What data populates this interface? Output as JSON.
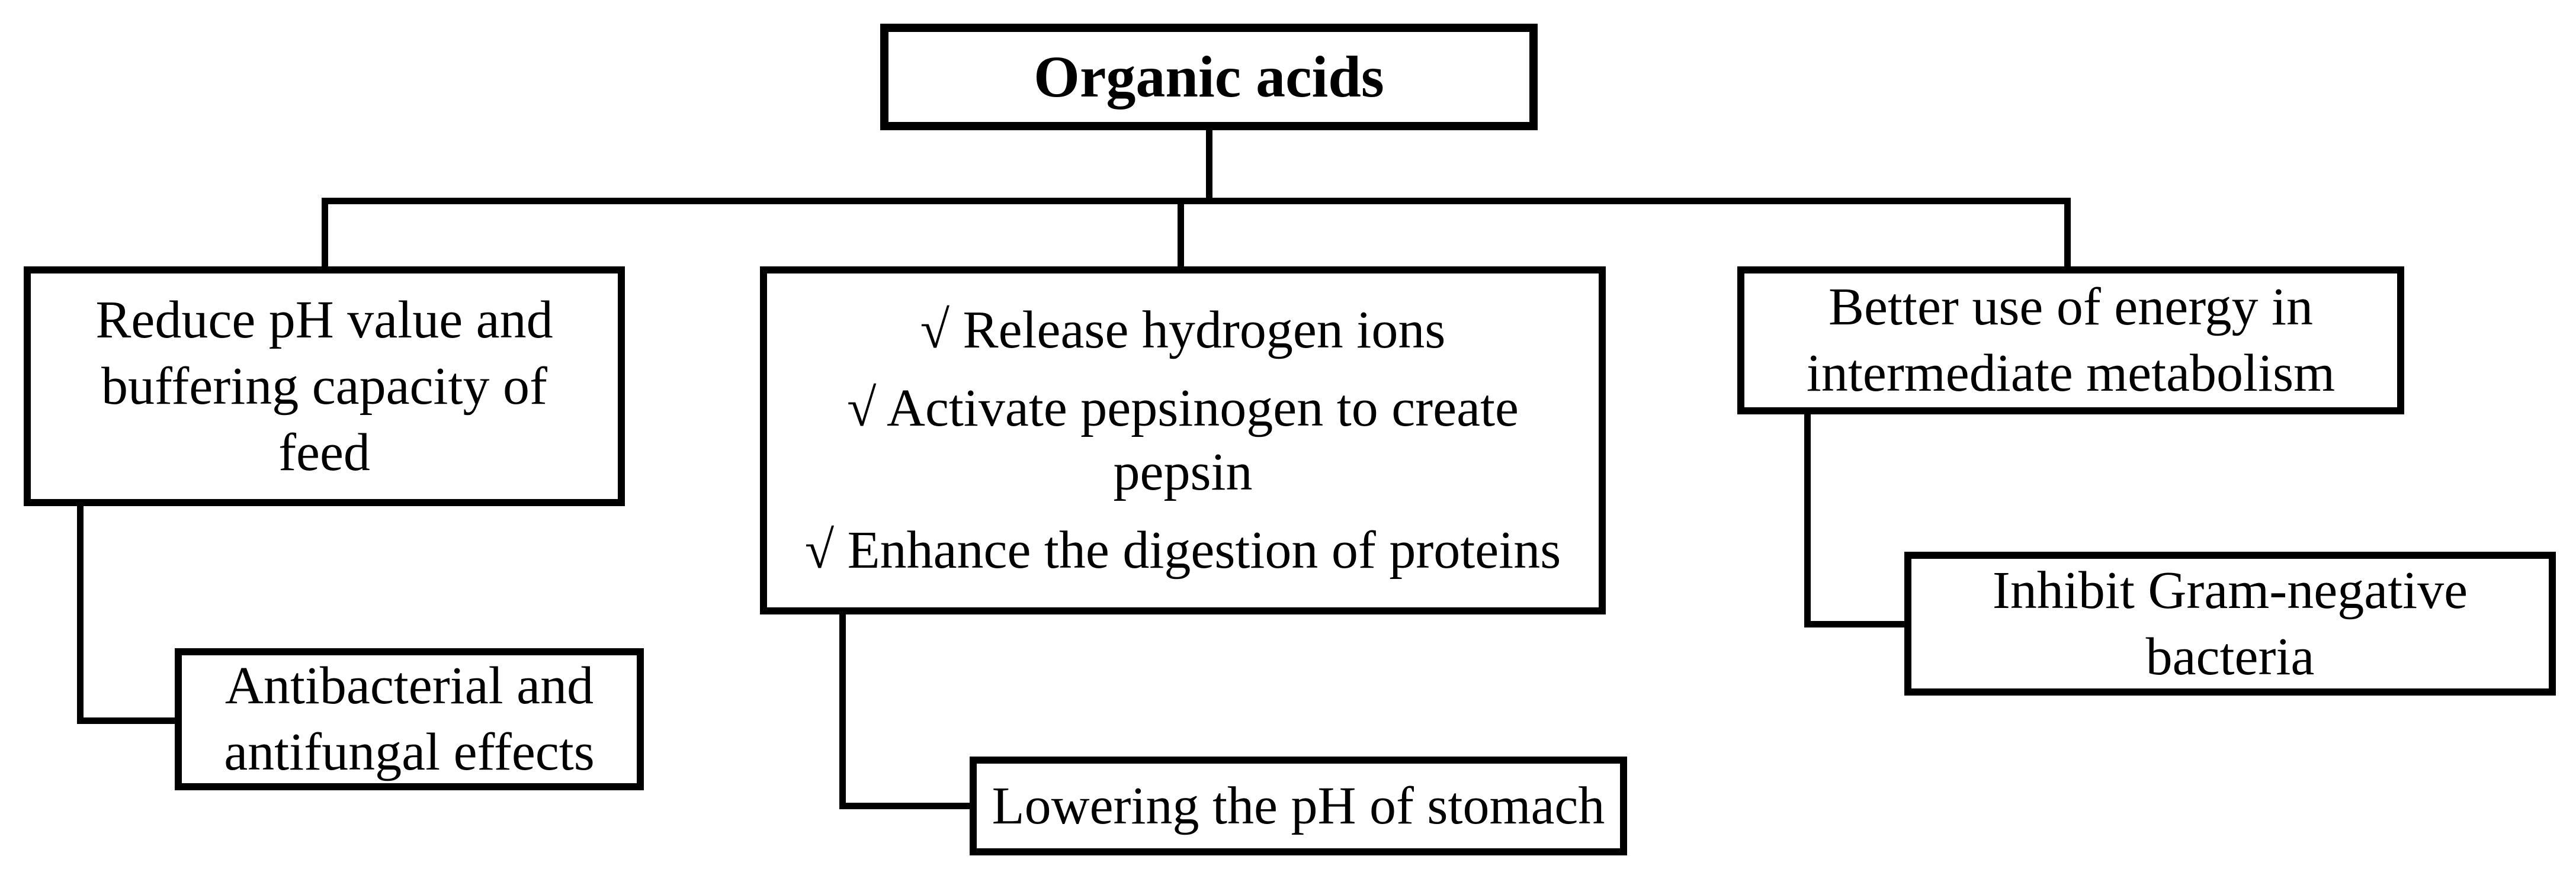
{
  "diagram": {
    "root": {
      "label": "Organic acids"
    },
    "branch_left": {
      "box_lines": [
        "Reduce pH value and",
        "buffering capacity of",
        "feed"
      ],
      "child_lines": [
        "Antibacterial and",
        "antifungal effects"
      ]
    },
    "branch_middle": {
      "items": [
        [
          "√ Release hydrogen ions"
        ],
        [
          "√ Activate pepsinogen to create",
          "pepsin"
        ],
        [
          "√ Enhance the digestion of proteins"
        ]
      ],
      "child_lines": [
        "Lowering the pH of stomach"
      ]
    },
    "branch_right": {
      "box_lines": [
        "Better use of energy in",
        "intermediate metabolism"
      ],
      "child_lines": [
        "Inhibit Gram-negative",
        "bacteria"
      ]
    },
    "colors": {
      "background": "#ffffff",
      "box_border": "#000000",
      "connector": "#000000",
      "text": "#000000"
    }
  }
}
